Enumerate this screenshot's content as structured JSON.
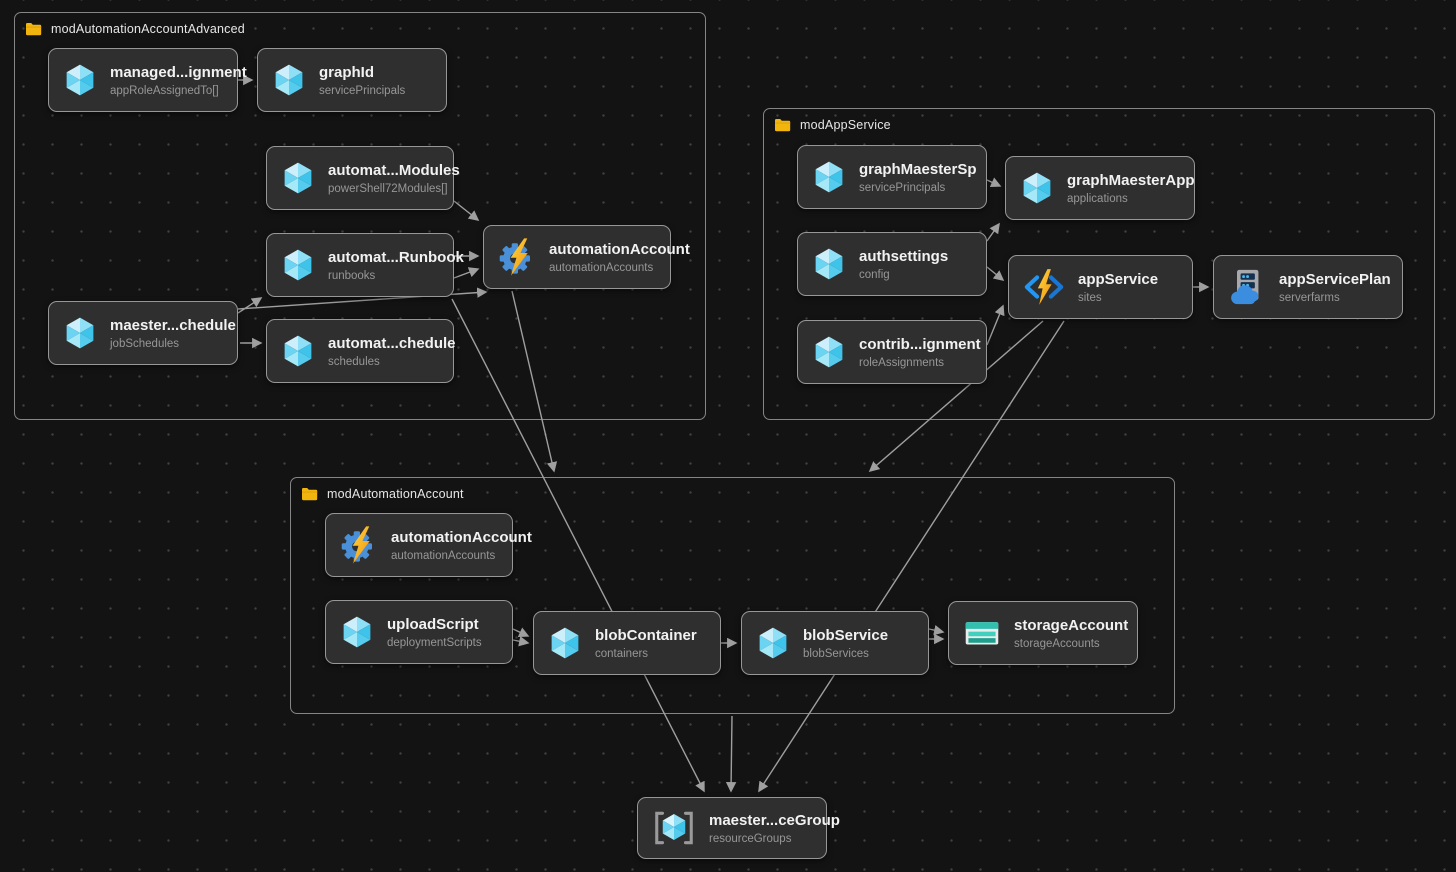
{
  "diagram_title": "Bicep module dependency diagram",
  "colors": {
    "background": "#131313",
    "node_fill": "#2f2f2f",
    "node_border": "#979797",
    "group_border": "#858585",
    "edge": "#9f9f9f",
    "folder_icon": "#f2b50d",
    "cube_icon_accent": "#45c4ec",
    "automation_gear": "#4a90d9",
    "bolt_yellow": "#ffc81a",
    "storage_teal": "#33bfae",
    "appservice_blue": "#2196f3",
    "plan_gray": "#a7a9ac",
    "cloud_blue": "#3b8de0"
  },
  "groups": [
    {
      "id": "modAutomationAccountAdvanced",
      "label": "modAutomationAccountAdvanced",
      "nodes": [
        {
          "id": "managedAssignment",
          "icon": "cube",
          "title": "managed...ignment",
          "sub": "appRoleAssignedTo[]"
        },
        {
          "id": "graphId",
          "icon": "cube",
          "title": "graphId",
          "sub": "servicePrincipals"
        },
        {
          "id": "automatModules",
          "icon": "cube",
          "title": "automat...Modules",
          "sub": "powerShell72Modules[]"
        },
        {
          "id": "automatRunbook",
          "icon": "cube",
          "title": "automat...Runbook",
          "sub": "runbooks"
        },
        {
          "id": "automationAccountAdv",
          "icon": "automation",
          "title": "automationAccount",
          "sub": "automationAccounts"
        },
        {
          "id": "maesterSchedule",
          "icon": "cube",
          "title": "maester...chedule",
          "sub": "jobSchedules"
        },
        {
          "id": "automatSchedule",
          "icon": "cube",
          "title": "automat...chedule",
          "sub": "schedules"
        }
      ]
    },
    {
      "id": "modAppService",
      "label": "modAppService",
      "nodes": [
        {
          "id": "graphMaesterSp",
          "icon": "cube",
          "title": "graphMaesterSp",
          "sub": "servicePrincipals"
        },
        {
          "id": "graphMaesterApp",
          "icon": "cube",
          "title": "graphMaesterApp",
          "sub": "applications"
        },
        {
          "id": "authsettings",
          "icon": "cube",
          "title": "authsettings",
          "sub": "config"
        },
        {
          "id": "appService",
          "icon": "appservice",
          "title": "appService",
          "sub": "sites"
        },
        {
          "id": "appServicePlan",
          "icon": "plan",
          "title": "appServicePlan",
          "sub": "serverfarms"
        },
        {
          "id": "contribAssignment",
          "icon": "cube",
          "title": "contrib...ignment",
          "sub": "roleAssignments"
        }
      ]
    },
    {
      "id": "modAutomationAccount",
      "label": "modAutomationAccount",
      "nodes": [
        {
          "id": "automationAccount2",
          "icon": "automation",
          "title": "automationAccount",
          "sub": "automationAccounts"
        },
        {
          "id": "uploadScript",
          "icon": "cube",
          "title": "uploadScript",
          "sub": "deploymentScripts"
        },
        {
          "id": "blobContainer",
          "icon": "cube",
          "title": "blobContainer",
          "sub": "containers"
        },
        {
          "id": "blobService",
          "icon": "cube",
          "title": "blobService",
          "sub": "blobServices"
        },
        {
          "id": "storageAccount",
          "icon": "storage",
          "title": "storageAccount",
          "sub": "storageAccounts"
        }
      ]
    }
  ],
  "standalone": {
    "id": "maesterResourceGroup",
    "icon": "resourcegroup",
    "title": "maester...ceGroup",
    "sub": "resourceGroups"
  },
  "edges": [
    {
      "from": "managedAssignment",
      "to": "graphId"
    },
    {
      "from": "automatModules",
      "to": "automationAccountAdv"
    },
    {
      "from": "automatRunbook",
      "to": "automationAccountAdv"
    },
    {
      "from": "automatRunbook",
      "to": "automationAccountAdv"
    },
    {
      "from": "maesterSchedule",
      "to": "automatRunbook"
    },
    {
      "from": "maesterSchedule",
      "to": "automationAccountAdv"
    },
    {
      "from": "maesterSchedule",
      "to": "automatSchedule"
    },
    {
      "from": "graphMaesterSp",
      "to": "graphMaesterApp"
    },
    {
      "from": "authsettings",
      "to": "graphMaesterApp"
    },
    {
      "from": "authsettings",
      "to": "appService"
    },
    {
      "from": "contribAssignment",
      "to": "appService"
    },
    {
      "from": "appService",
      "to": "appServicePlan"
    },
    {
      "from": "uploadScript",
      "to": "blobContainer"
    },
    {
      "from": "uploadScript",
      "to": "blobContainer"
    },
    {
      "from": "blobContainer",
      "to": "blobService"
    },
    {
      "from": "blobService",
      "to": "storageAccount"
    },
    {
      "from": "blobService",
      "to": "storageAccount"
    },
    {
      "from": "modAutomationAccountAdvanced",
      "to": "modAutomationAccount"
    },
    {
      "from": "modAutomationAccountAdvanced",
      "to": "maesterResourceGroup"
    },
    {
      "from": "modAppService",
      "to": "modAutomationAccount"
    },
    {
      "from": "modAppService",
      "to": "maesterResourceGroup"
    },
    {
      "from": "modAutomationAccount",
      "to": "maesterResourceGroup"
    }
  ]
}
